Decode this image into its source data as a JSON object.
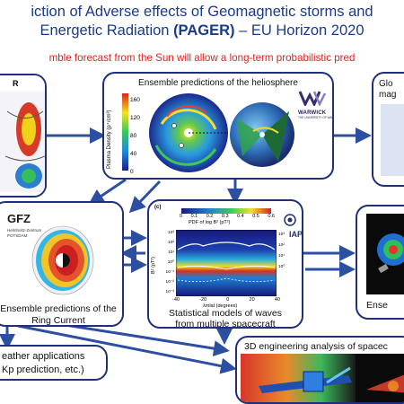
{
  "title": {
    "line1": "iction of Adverse effects of Geomagnetic storms and",
    "line2_pre": "Energetic Radiation ",
    "line2_bold": "(PAGER)",
    "line2_post": " – EU Horizon 2020"
  },
  "subtitle": "mble forecast from the Sun will allow a long-term probabilistic pred",
  "helio": {
    "title": "Ensemble predictions of the heliosphere",
    "colorbar_label": "Plasma Density (p⁺/cm³)",
    "ticks": [
      "160",
      "120",
      "80",
      "40",
      "0"
    ],
    "logo_text": "WARWICK",
    "logo_sub": "THE UNIVERSITY OF WARWICK"
  },
  "topright": {
    "line1": "Glo",
    "line2": "mag"
  },
  "left_panel": {
    "label": "R"
  },
  "gfz": {
    "logo": "GFZ",
    "logo_sub1": "Helmholtz-Zentrum",
    "logo_sub2": "POTSDAM",
    "caption1": "Ensemble predictions of the",
    "caption2": "Ring Current"
  },
  "waves": {
    "panel_tag": "(c)",
    "cb_title": "PDF of log B² (pT²)",
    "cb_ticks": [
      "0",
      "0.1",
      "0.2",
      "0.3",
      "0.4",
      "0.5",
      "0.6"
    ],
    "y_ticks": [
      "10³",
      "10²",
      "10¹",
      "10⁰",
      "10⁻¹",
      "10⁻²",
      "10⁻³"
    ],
    "y_label": "B² (pT²)",
    "right_ticks": [
      "10³",
      "10²",
      "10¹",
      "10⁰"
    ],
    "x_ticks": [
      "-40",
      "-20",
      "0",
      "20",
      "40"
    ],
    "x_label": "λmlat (degrees)",
    "iap": "IAP",
    "caption1": "Statistical models of waves",
    "caption2": "from multiple spacecraft"
  },
  "ense": {
    "caption": "Ense"
  },
  "weather": {
    "line1": "eather applications",
    "line2": "Kp prediction, etc.)"
  },
  "engineering": {
    "title": "3D engineering analysis of spacec"
  },
  "colors": {
    "title_blue": "#1a3a8c",
    "red": "#e0201a",
    "box_border": "#1f2f7a",
    "arrow": "#2d4fa1"
  }
}
